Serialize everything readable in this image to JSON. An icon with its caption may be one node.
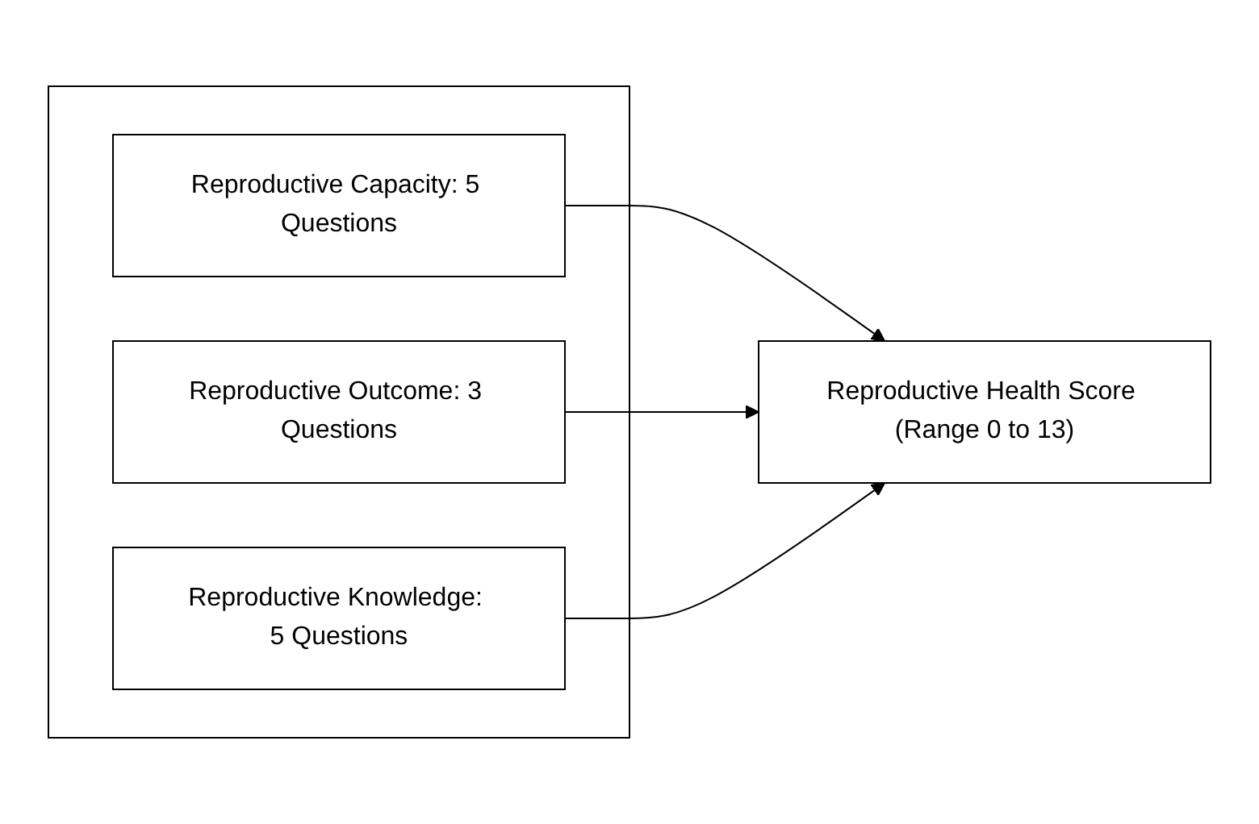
{
  "diagram": {
    "nodes": [
      {
        "text": [],
        "shape": "box"
      },
      {
        "text": [
          "Reproductive Capacity: 5 Questions"
        ],
        "in": 0
      },
      {
        "text": [
          "Reproductive Outcome: 3 Questions"
        ],
        "in": 0
      },
      {
        "text": [
          "Reproductive Knowledge: 5 Questions"
        ],
        "in": 0
      },
      {
        "text": [
          "Reproductive Health Score (Range 0 to 13)"
        ]
      }
    ],
    "edges": [
      {
        "from": 1,
        "to": 4,
        "arrow": "to"
      },
      {
        "from": 2,
        "to": 4,
        "arrow": "to"
      },
      {
        "from": 3,
        "to": 4,
        "arrow": "to"
      }
    ]
  }
}
